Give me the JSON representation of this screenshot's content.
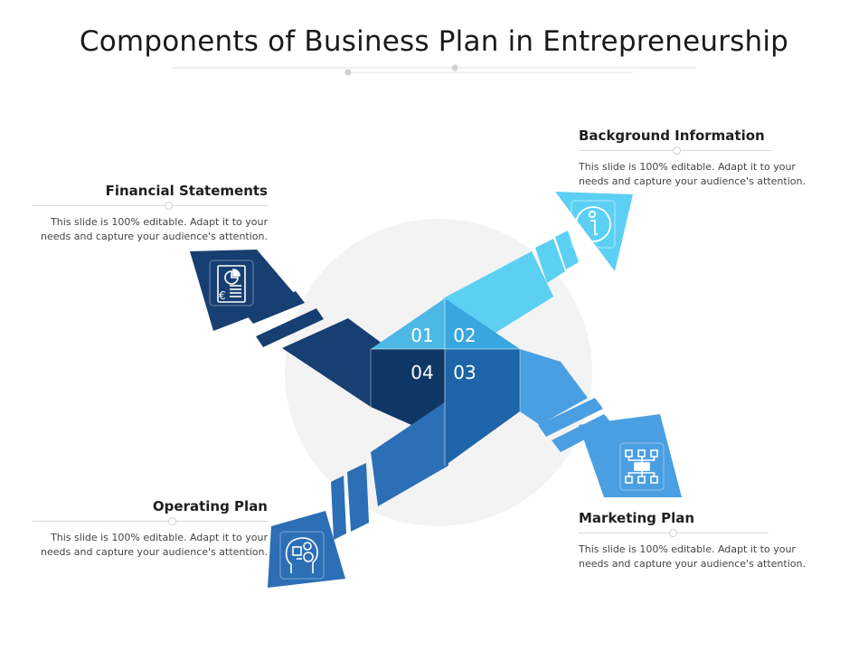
{
  "title": "Components of Business Plan in Entrepreneurship",
  "center_labels": {
    "q1": "01",
    "q2": "02",
    "q3": "03",
    "q4": "04"
  },
  "items": {
    "financial": {
      "heading": "Financial Statements",
      "body": "This slide is 100% editable. Adapt it to your needs and capture your audience's attention.",
      "icon": "financial-report-icon",
      "color": "#173f72"
    },
    "background": {
      "heading": "Background Information",
      "body": "This slide is 100% editable. Adapt it to your needs and capture your audience's attention.",
      "icon": "info-icon",
      "color": "#5bd0f3"
    },
    "operating": {
      "heading": "Operating Plan",
      "body": "This slide is 100% editable. Adapt it to your needs and capture your audience's attention.",
      "icon": "head-gears-icon",
      "color": "#2c6fb6"
    },
    "marketing": {
      "heading": "Marketing Plan",
      "body": "This slide is 100% editable. Adapt it to your needs and capture your audience's attention.",
      "icon": "network-icon",
      "color": "#4a9fe3"
    }
  }
}
